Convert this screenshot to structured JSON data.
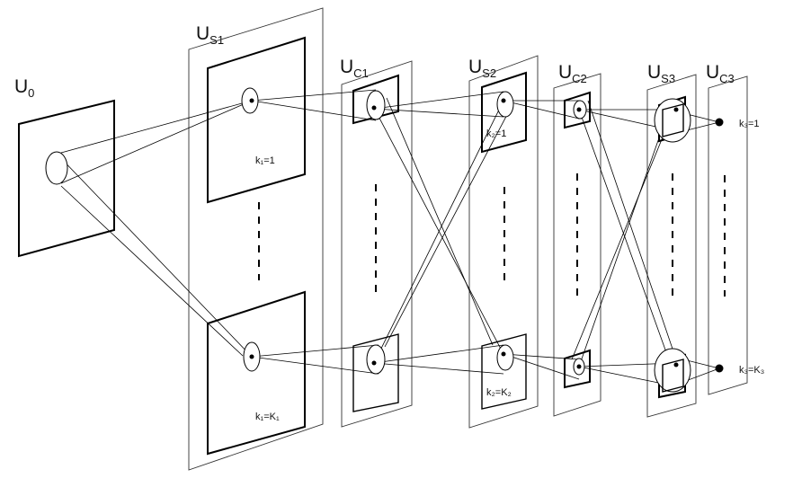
{
  "layers": {
    "u0": {
      "main": "U",
      "sub": "0"
    },
    "us1": {
      "main": "U",
      "sub": "S1"
    },
    "uc1": {
      "main": "U",
      "sub": "C1"
    },
    "us2": {
      "main": "U",
      "sub": "S2"
    },
    "uc2": {
      "main": "U",
      "sub": "C2"
    },
    "us3": {
      "main": "U",
      "sub": "S3"
    },
    "uc3": {
      "main": "U",
      "sub": "C3"
    }
  },
  "planes": {
    "k1_top": "k₁=1",
    "k1_bottom": "k₁=K₁",
    "k2_top": "k₂=1",
    "k2_bottom": "k₂=K₂",
    "k3_top": "k₃=1",
    "k3_bottom": "k₃=K₃"
  }
}
